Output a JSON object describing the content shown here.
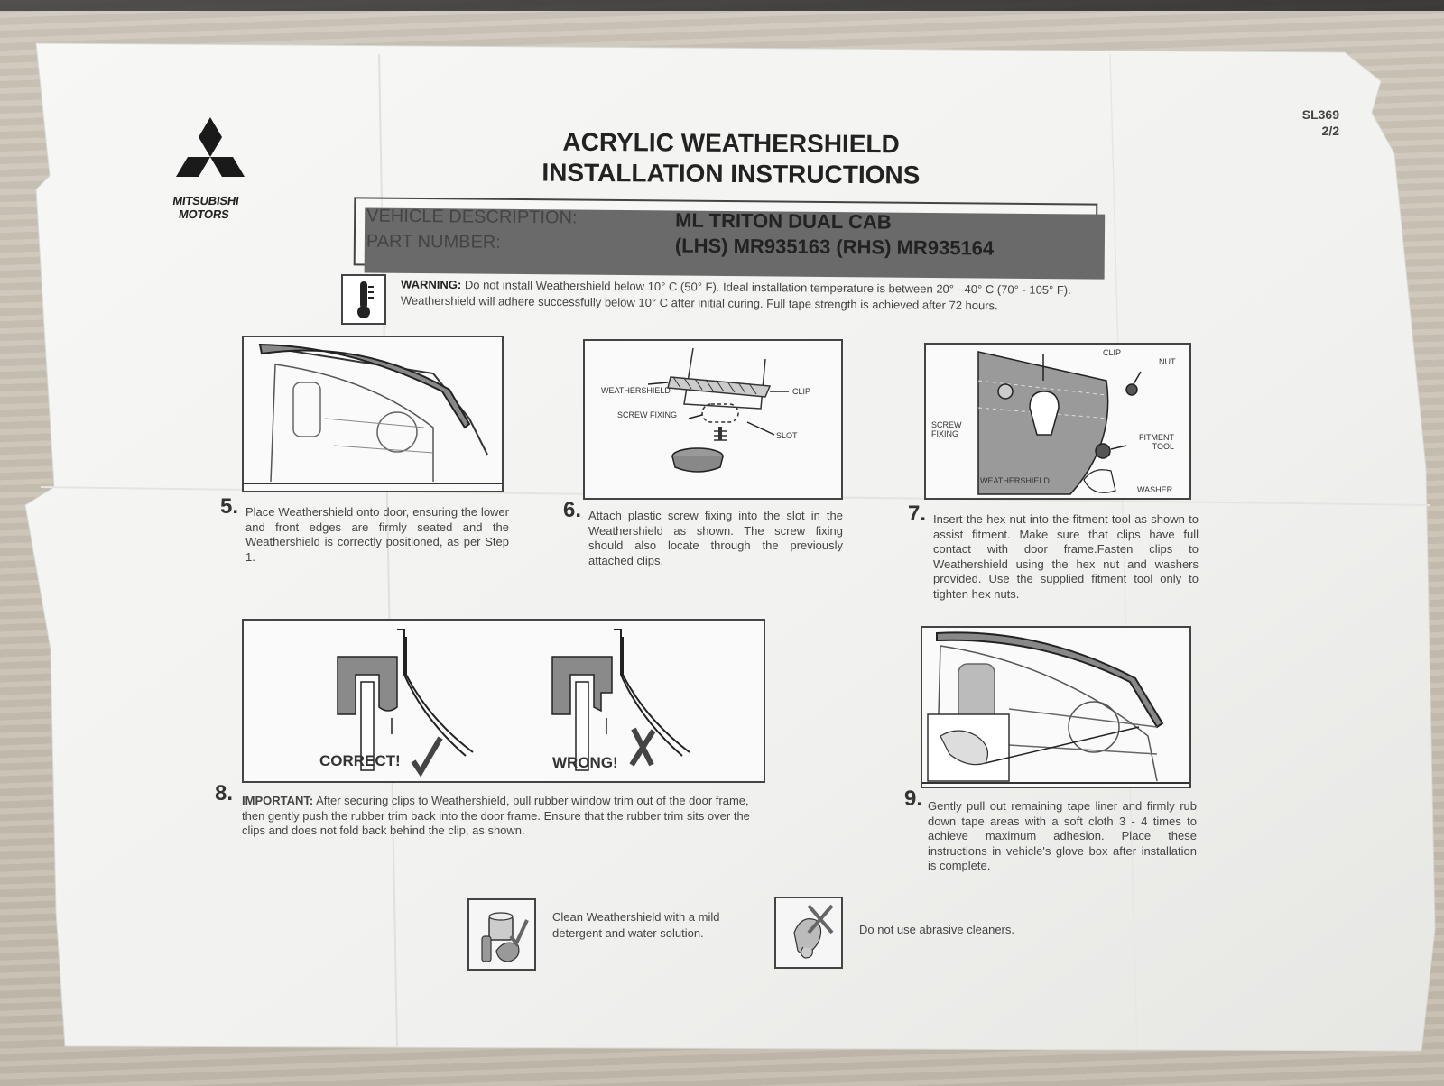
{
  "header": {
    "brand_line1": "MITSUBISHI",
    "brand_line2": "MOTORS",
    "doc_code": "SL369",
    "page": "2/2",
    "title_line1": "ACRYLIC WEATHERSHIELD",
    "title_line2": "INSTALLATION INSTRUCTIONS"
  },
  "vehicle": {
    "desc_label": "VEHICLE DESCRIPTION:",
    "desc_value": "ML TRITON DUAL CAB",
    "part_label": "PART NUMBER:",
    "part_value": "(LHS) MR935163 (RHS) MR935164"
  },
  "warning": {
    "label": "WARNING:",
    "line1": "Do not install Weathershield below 10° C (50° F). Ideal installation temperature is between 20° - 40° C (70° - 105° F).",
    "line2": "Weathershield will adhere successfully below 10° C after initial curing. Full tape strength is achieved after 72 hours."
  },
  "steps": {
    "s5": {
      "num": "5.",
      "text": "Place Weathershield onto door, ensuring the lower and front edges are firmly seated and the Weathershield is correctly positioned, as per Step 1."
    },
    "s6": {
      "num": "6.",
      "text": "Attach plastic screw fixing into the slot in the Weathershield as shown. The screw fixing should also locate through the previously attached clips.",
      "labels": {
        "weathershield": "WEATHERSHIELD",
        "clip": "CLIP",
        "screw_fixing": "SCREW FIXING",
        "slot": "SLOT"
      }
    },
    "s7": {
      "num": "7.",
      "text": "Insert the hex nut into the fitment tool as shown to assist fitment. Make sure that clips have full contact with door frame.Fasten clips to Weathershield using the hex nut and washers provided. Use the supplied fitment tool only to tighten hex nuts.",
      "labels": {
        "clip": "CLIP",
        "nut": "NUT",
        "screw": "SCREW",
        "fixing": "FIXING",
        "fitment": "FITMENT",
        "tool": "TOOL",
        "weathershield": "WEATHERSHIELD",
        "washer": "WASHER"
      }
    },
    "s8": {
      "num": "8.",
      "important": "IMPORTANT:",
      "text": "After securing clips to Weathershield, pull rubber window trim out of the door frame, then gently push the rubber trim back into the door frame. Ensure that the rubber trim sits over the clips and does not fold back behind the clip, as shown.",
      "correct": "CORRECT!",
      "wrong": "WRONG!"
    },
    "s9": {
      "num": "9.",
      "text": "Gently pull out remaining tape liner and firmly rub down tape areas with a soft cloth 3 - 4 times to achieve maximum adhesion. Place these instructions in vehicle's glove box after installation is complete."
    }
  },
  "care": {
    "clean": "Clean Weathershield with a mild detergent and water solution.",
    "abrasive": "Do not use abrasive cleaners."
  }
}
